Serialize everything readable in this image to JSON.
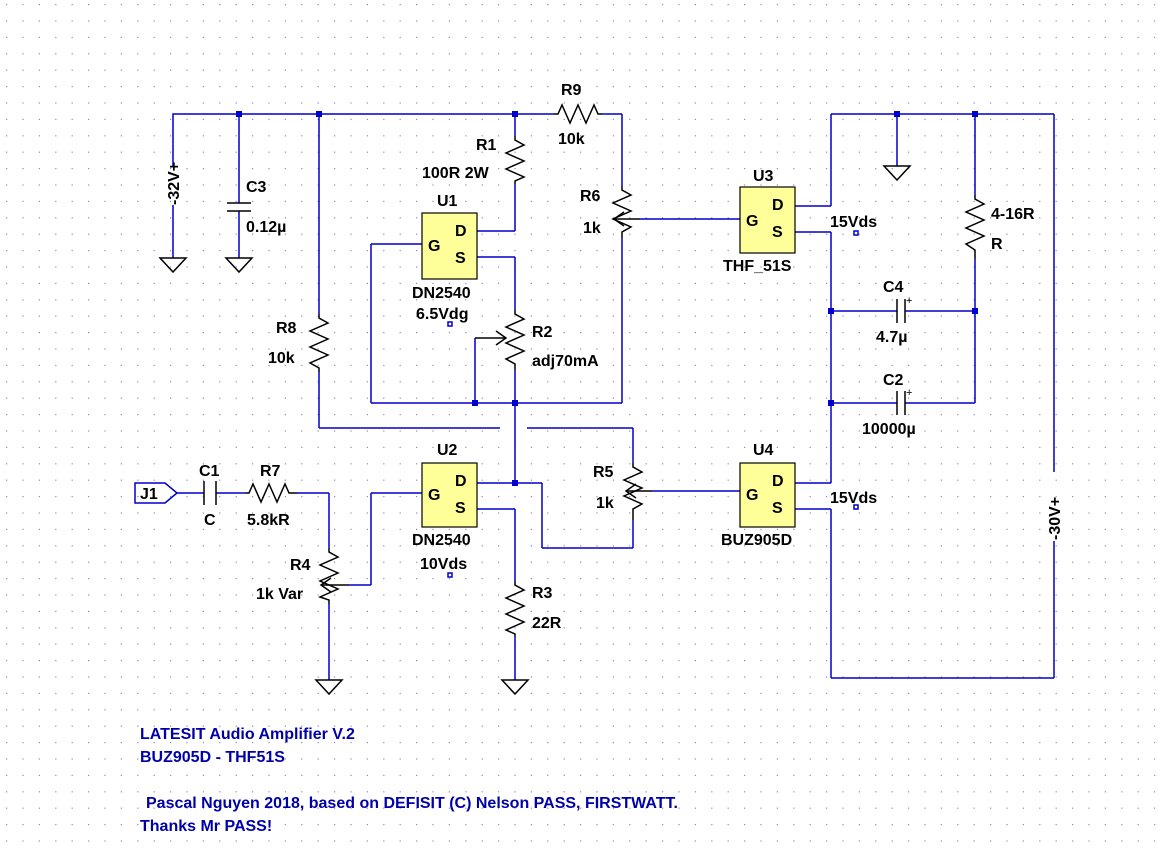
{
  "components": {
    "R1": {
      "ref": "R1",
      "value": "100R 2W"
    },
    "R9": {
      "ref": "R9",
      "value": "10k"
    },
    "R6": {
      "ref": "R6",
      "value": "1k"
    },
    "R8": {
      "ref": "R8",
      "value": "10k"
    },
    "R2": {
      "ref": "R2",
      "value": "adj70mA"
    },
    "R5": {
      "ref": "R5",
      "value": "1k"
    },
    "R7": {
      "ref": "R7",
      "value": "5.8kR"
    },
    "R4": {
      "ref": "R4",
      "value": "1k Var"
    },
    "R3": {
      "ref": "R3",
      "value": "22R"
    },
    "RL": {
      "value": "4-16R",
      "ref": "R"
    },
    "C1": {
      "ref": "C1",
      "value": "C"
    },
    "C3": {
      "ref": "C3",
      "value": "0.12µ"
    },
    "C4": {
      "ref": "C4",
      "value": "4.7µ"
    },
    "C2": {
      "ref": "C2",
      "value": "10000µ"
    },
    "U1": {
      "ref": "U1",
      "part": "DN2540",
      "note": "6.5Vdg"
    },
    "U2": {
      "ref": "U2",
      "part": "DN2540",
      "note": "10Vds"
    },
    "U3": {
      "ref": "U3",
      "part": "THF_51S",
      "note": "15Vds"
    },
    "U4": {
      "ref": "U4",
      "part": "BUZ905D",
      "note": "15Vds"
    },
    "J1": {
      "ref": "J1"
    }
  },
  "pins": {
    "gate": "G",
    "drain": "D",
    "source": "S"
  },
  "polarity": {
    "plus": "+"
  },
  "supplies": {
    "neg32": "-32V+",
    "neg30": "-30V+"
  },
  "notes": [
    "LATESIT Audio Amplifier V.2",
    "BUZ905D - THF51S",
    "Pascal Nguyen 2018, based on DEFISIT (C) Nelson PASS, FIRSTWATT.",
    "Thanks Mr PASS!"
  ],
  "colors": {
    "wire": "#0000cc",
    "component": "#000000",
    "ic_fill": "#ffff99",
    "note_text": "#0000aa",
    "grid_dot": "#0000cc"
  }
}
